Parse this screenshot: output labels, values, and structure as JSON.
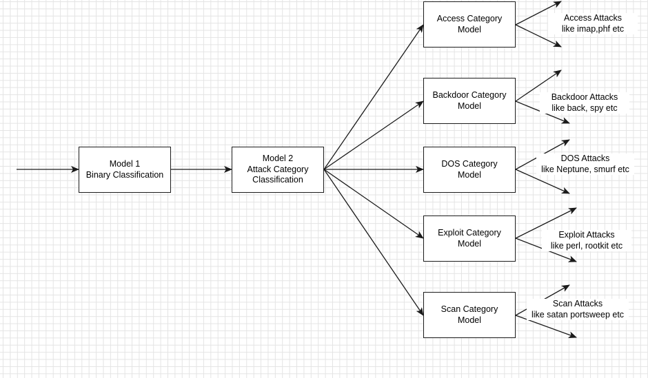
{
  "diagram": {
    "colors": {
      "stroke": "#1a1a1a",
      "text": "#000000",
      "grid": "#e4e4e4",
      "background": "#ffffff"
    },
    "model1": {
      "line1": "Model 1",
      "line2": "Binary Classification"
    },
    "model2": {
      "line1": "Model 2",
      "line2": "Attack Category",
      "line3": "Classification"
    },
    "categories": [
      {
        "name_line1": "Access Category",
        "name_line2": "Model",
        "attacks_line1": "Access Attacks",
        "attacks_line2": "like imap,phf etc"
      },
      {
        "name_line1": "Backdoor Category",
        "name_line2": "Model",
        "attacks_line1": "Backdoor Attacks",
        "attacks_line2": "like back, spy etc"
      },
      {
        "name_line1": "DOS Category",
        "name_line2": "Model",
        "attacks_line1": "DOS Attacks",
        "attacks_line2": "like Neptune, smurf etc"
      },
      {
        "name_line1": "Exploit Category",
        "name_line2": "Model",
        "attacks_line1": "Exploit Attacks",
        "attacks_line2": "like perl, rootkit etc"
      },
      {
        "name_line1": "Scan Category",
        "name_line2": "Model",
        "attacks_line1": "Scan Attacks",
        "attacks_line2": "like satan portsweep etc"
      }
    ]
  }
}
